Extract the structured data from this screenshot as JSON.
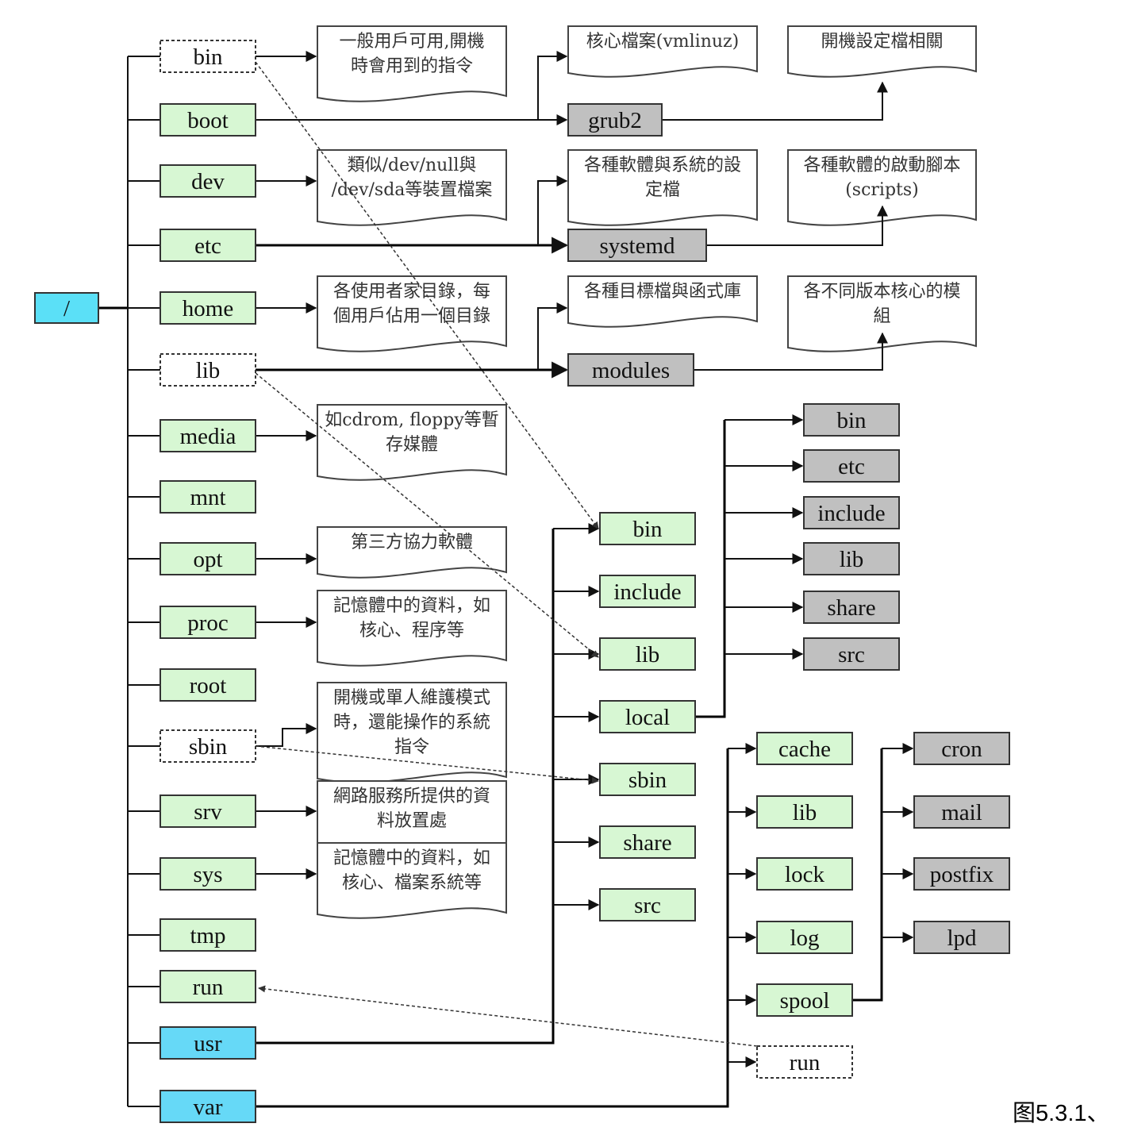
{
  "colors": {
    "root": "#5be0f7",
    "blue": "#66d9f7",
    "green": "#d7f7d3",
    "gray": "#c0c0c0",
    "white": "#ffffff",
    "line": "#111111"
  },
  "caption": "图5.3.1、",
  "root_label": "/",
  "nodes": {
    "bin": "bin",
    "boot": "boot",
    "dev": "dev",
    "etc": "etc",
    "home": "home",
    "lib": "lib",
    "media": "media",
    "mnt": "mnt",
    "opt": "opt",
    "proc": "proc",
    "root": "root",
    "sbin": "sbin",
    "srv": "srv",
    "sys": "sys",
    "tmp": "tmp",
    "run": "run",
    "usr": "usr",
    "var": "var",
    "grub2": "grub2",
    "systemd": "systemd",
    "modules": "modules",
    "usr_bin": "bin",
    "usr_include": "include",
    "usr_lib": "lib",
    "usr_local": "local",
    "usr_sbin": "sbin",
    "usr_share": "share",
    "usr_src": "src",
    "local_bin": "bin",
    "local_etc": "etc",
    "local_include": "include",
    "local_lib": "lib",
    "local_share": "share",
    "local_src": "src",
    "var_cache": "cache",
    "var_lib": "lib",
    "var_lock": "lock",
    "var_log": "log",
    "var_spool": "spool",
    "var_run": "run",
    "spool_cron": "cron",
    "spool_mail": "mail",
    "spool_postfix": "postfix",
    "spool_lpd": "lpd"
  },
  "notes": {
    "bin": [
      "一般用戶可用,開機",
      "時會用到的指令"
    ],
    "dev": [
      "類似/dev/null與",
      "/dev/sda等裝置檔案"
    ],
    "home": [
      "各使用者家目錄，每",
      "個用戶佔用一個目錄"
    ],
    "media": [
      "如cdrom, floppy等暫",
      "存媒體"
    ],
    "opt": [
      "第三方協力軟體"
    ],
    "proc": [
      "記憶體中的資料，如",
      "核心、程序等"
    ],
    "sbin": [
      "開機或單人維護模式",
      "時，還能操作的系統",
      "指令"
    ],
    "srv": [
      "網路服務所提供的資",
      "料放置處"
    ],
    "sys": [
      "記憶體中的資料，如",
      "核心、檔案系統等"
    ],
    "kernel": [
      "核心檔案(vmlinuz)"
    ],
    "boot_cfg": [
      "開機設定檔相關"
    ],
    "etc_cfg": [
      "各種軟體與系統的設",
      "定檔"
    ],
    "scripts": [
      "各種軟體的啟動腳本",
      "(scripts)"
    ],
    "libs": [
      "各種目標檔與函式庫"
    ],
    "kmods": [
      "各不同版本核心的模",
      "組"
    ]
  }
}
